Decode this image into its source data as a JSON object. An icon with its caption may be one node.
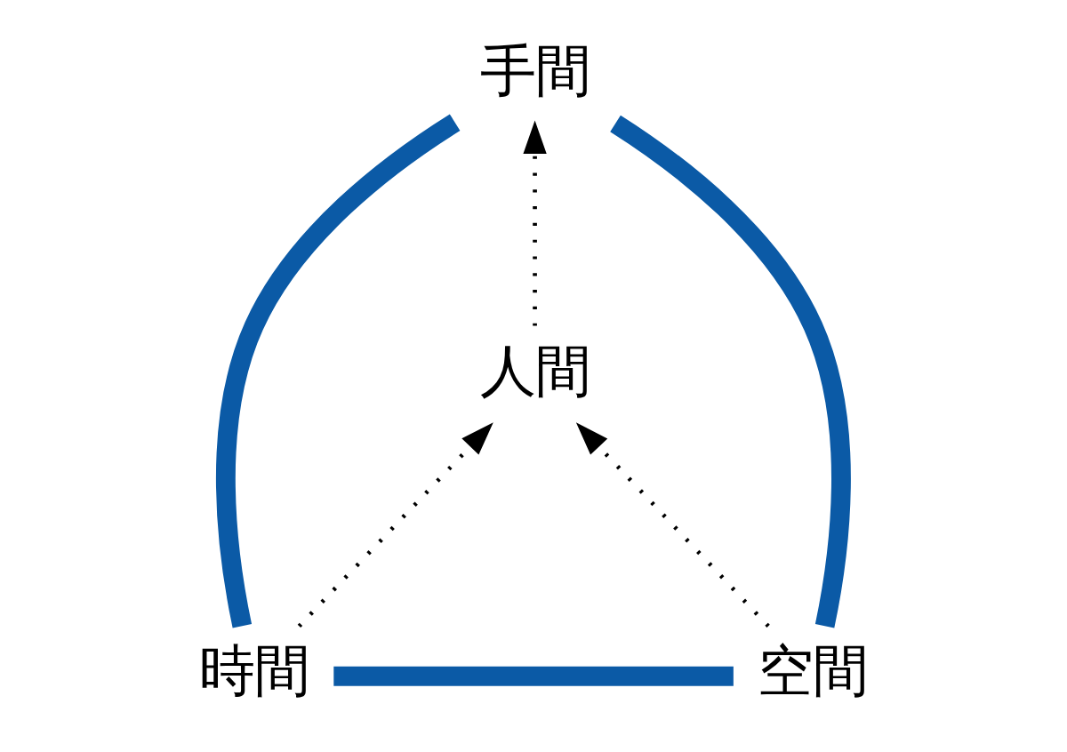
{
  "diagram": {
    "nodes": [
      {
        "text": [
          "手間"
        ]
      },
      {
        "text": [
          "人間"
        ]
      },
      {
        "text": [
          "時間"
        ]
      },
      {
        "text": [
          "空間"
        ]
      }
    ],
    "edges": [
      {
        "from": 0,
        "to": 2,
        "arrow": "none",
        "style": "thick",
        "color": "#0b5aa6"
      },
      {
        "from": 2,
        "to": 3,
        "arrow": "none",
        "style": "thick",
        "color": "#0b5aa6"
      },
      {
        "from": 3,
        "to": 0,
        "arrow": "none",
        "style": "thick",
        "color": "#0b5aa6"
      },
      {
        "from": 1,
        "to": 0,
        "arrow": "to",
        "style": "dashed",
        "color": "#000000"
      },
      {
        "from": 2,
        "to": 1,
        "arrow": "to",
        "style": "dashed",
        "color": "#000000"
      },
      {
        "from": 3,
        "to": 1,
        "arrow": "to",
        "style": "dashed",
        "color": "#000000"
      }
    ]
  }
}
